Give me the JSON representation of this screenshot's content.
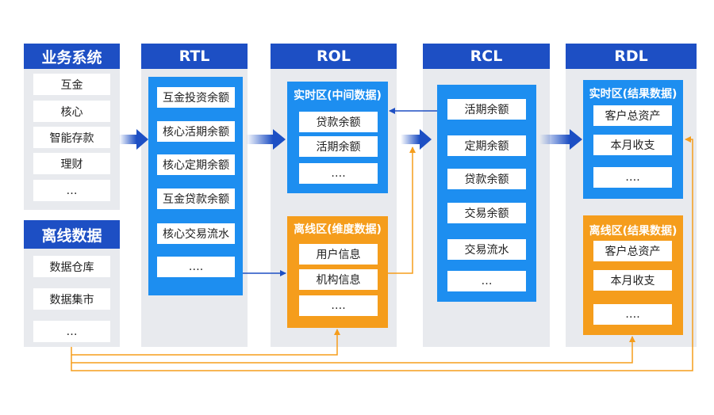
{
  "columns": {
    "source": {
      "biz_title": "业务系统",
      "biz_items": [
        "互金",
        "核心",
        "智能存款",
        "理财",
        "…"
      ],
      "offline_title": "离线数据",
      "offline_items": [
        "数据仓库",
        "数据集市",
        "…"
      ]
    },
    "rtl": {
      "title": "RTL",
      "items": [
        "互金投资余额",
        "核心活期余额",
        "核心定期余额",
        "互金贷款余额",
        "核心交易流水",
        "…."
      ]
    },
    "rol": {
      "title": "ROL",
      "realtime_title": "实时区(中间数据)",
      "realtime_items": [
        "贷款余额",
        "活期余额",
        "…."
      ],
      "offline_title": "离线区(维度数据)",
      "offline_items": [
        "用户信息",
        "机构信息",
        "…."
      ]
    },
    "rcl": {
      "title": "RCL",
      "items": [
        "活期余额",
        "定期余额",
        "贷款余额",
        "交易余额",
        "交易流水",
        "…"
      ]
    },
    "rdl": {
      "title": "RDL",
      "realtime_title": "实时区(结果数据)",
      "realtime_items": [
        "客户总资产",
        "本月收支",
        "…."
      ],
      "offline_title": "离线区(结果数据)",
      "offline_items": [
        "客户总资产",
        "本月收支",
        "…."
      ]
    }
  },
  "colors": {
    "header": "#1d4fc4",
    "blue_panel": "#1d8ef0",
    "orange_panel": "#f59d1c",
    "column_bg": "#e8eaee",
    "arrow_blue": "#1d4fc4",
    "arrow_orange": "#f59d1c"
  }
}
